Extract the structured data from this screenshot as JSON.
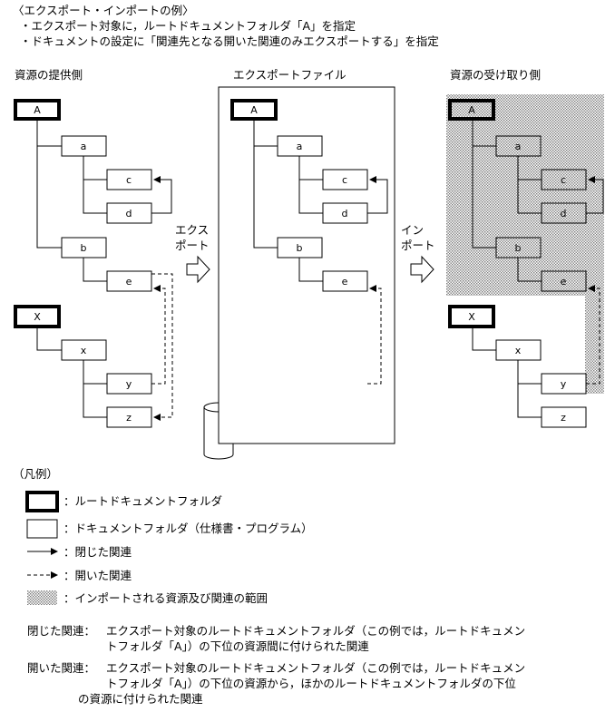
{
  "header": {
    "title": "〈エクスポート・インポートの例〉",
    "bullet1": "・エクスポート対象に，ルートドキュメントフォルダ「A」を指定",
    "bullet2": "・ドキュメントの設定に「関連先となる開いた関連のみエクスポートする」を指定"
  },
  "columns": {
    "provider": "資源の提供側",
    "export_file": "エクスポートファイル",
    "receiver": "資源の受け取り側"
  },
  "arrows": {
    "export_line1": "エクス",
    "export_line2": "ポート",
    "import_line1": "イン",
    "import_line2": "ポート"
  },
  "nodes": {
    "A": "A",
    "a": "a",
    "c": "c",
    "d": "d",
    "b": "b",
    "e": "e",
    "X": "X",
    "x": "x",
    "y": "y",
    "z": "z"
  },
  "legend": {
    "title": "（凡例）",
    "root_folder": "：ルートドキュメントフォルダ",
    "doc_folder": "：ドキュメントフォルダ（仕様書・プログラム）",
    "closed_rel": "：閉じた関連",
    "open_rel": "：開いた関連",
    "import_range": "：インポートされる資源及び関連の範囲"
  },
  "notes": {
    "closed_label": "閉じた関連：",
    "closed_line1": "エクスポート対象のルートドキュメントフォルダ（この例では，ルートドキュメン",
    "closed_line2": "トフォルダ「A」）の下位の資源間に付けられた関連",
    "open_label": "開いた関連：",
    "open_line1": "エクスポート対象のルートドキュメントフォルダ（この例では，ルートドキュメン",
    "open_line2": "トフォルダ「A」）の下位の資源から，ほかのルートドキュメントフォルダの下位",
    "open_line3": "の資源に付けられた関連"
  }
}
